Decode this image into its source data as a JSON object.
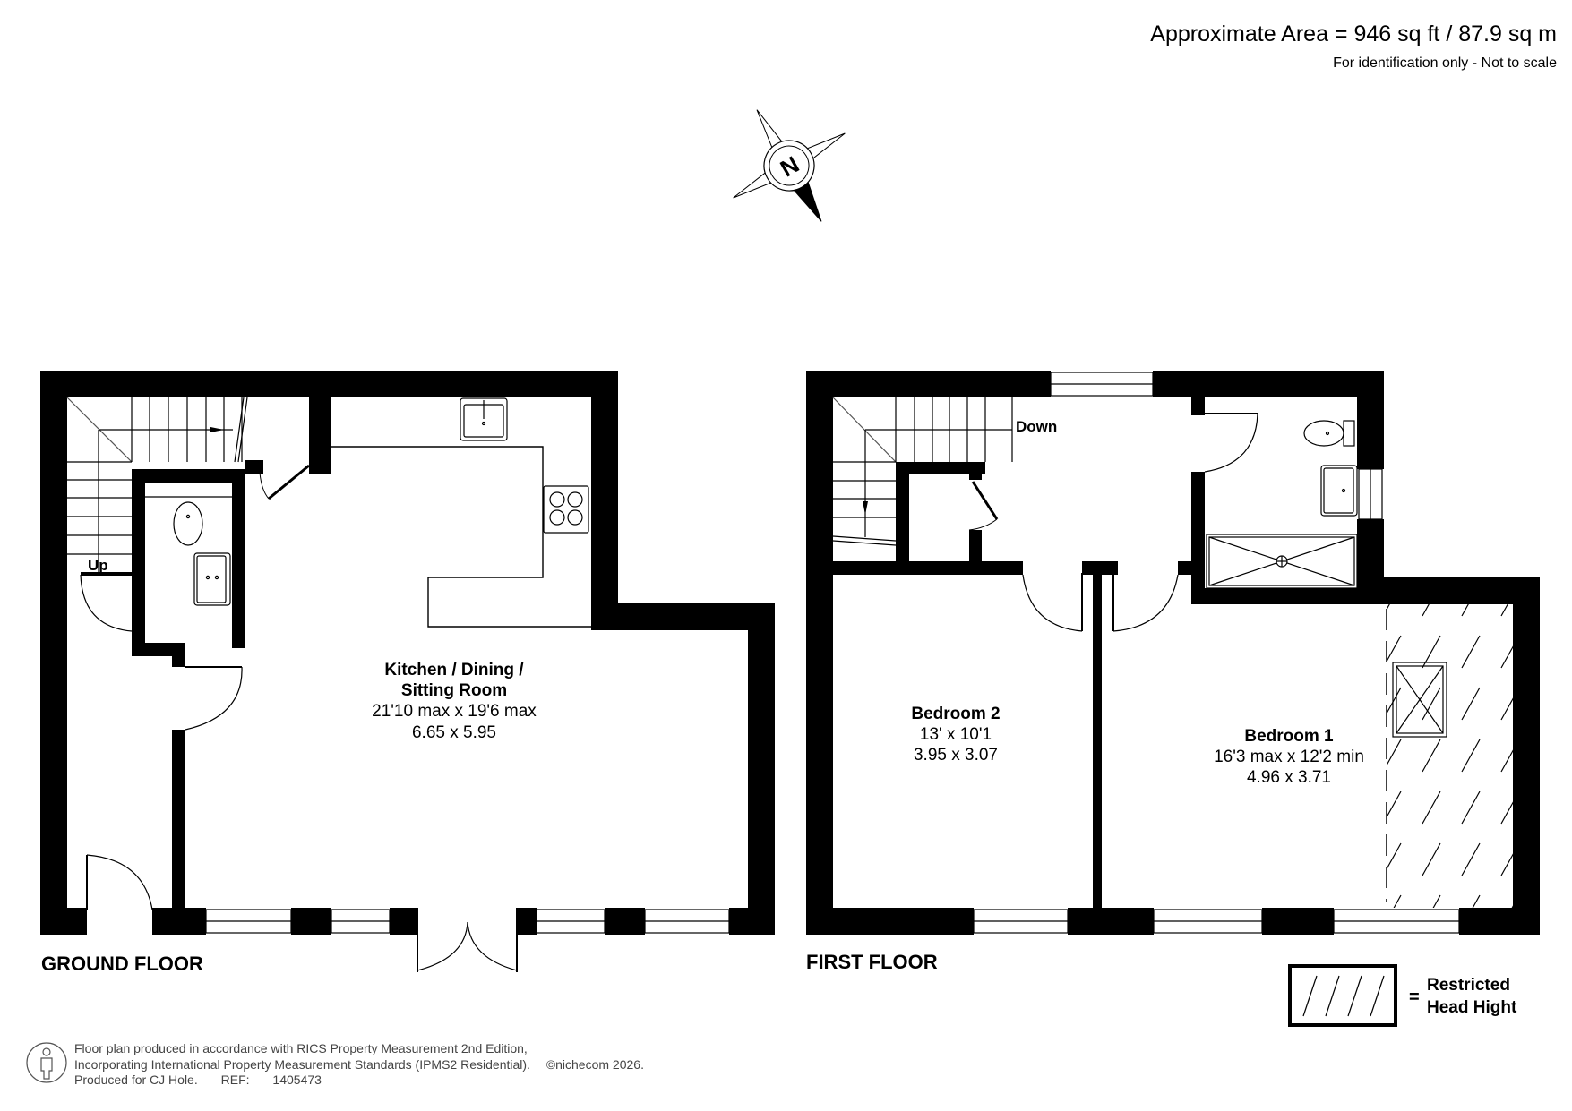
{
  "header": {
    "area_title": "Approximate Area = 946 sq ft / 87.9 sq m",
    "area_note": "For identification only - Not to scale"
  },
  "compass": {
    "icon": "compass-rose-icon",
    "label": "N"
  },
  "ground_floor": {
    "title": "GROUND FLOOR",
    "stairs_label": "Up",
    "rooms": [
      {
        "name_lines": [
          "Kitchen / Dining /",
          "Sitting Room"
        ],
        "imperial": "21'10 max x 19'6 max",
        "metric": "6.65 x 5.95"
      }
    ],
    "fixtures": [
      "stairs",
      "wc",
      "basin",
      "kitchen-sink",
      "hob",
      "front-door",
      "french-doors",
      "windows"
    ]
  },
  "first_floor": {
    "title": "FIRST FLOOR",
    "stairs_label": "Down",
    "rooms": [
      {
        "name": "Bedroom 2",
        "imperial": "13' x 10'1",
        "metric": "3.95 x 3.07"
      },
      {
        "name": "Bedroom 1",
        "imperial": "16'3 max x 12'2 min",
        "metric": "4.96 x 3.71"
      }
    ],
    "fixtures": [
      "stairs",
      "cupboard",
      "wc",
      "basin",
      "shower",
      "velux-window",
      "windows"
    ]
  },
  "legend": {
    "line1": "Restricted",
    "line2": "Head Hight",
    "equals": "="
  },
  "footer": {
    "line1": "Floor plan produced in accordance with RICS Property Measurement 2nd Edition,",
    "line2": "Incorporating International Property Measurement Standards (IPMS2 Residential).",
    "copyright": "©nichecom 2026.",
    "line3_prefix": "Produced for CJ Hole.",
    "ref_label": "REF:",
    "ref_value": "1405473"
  }
}
